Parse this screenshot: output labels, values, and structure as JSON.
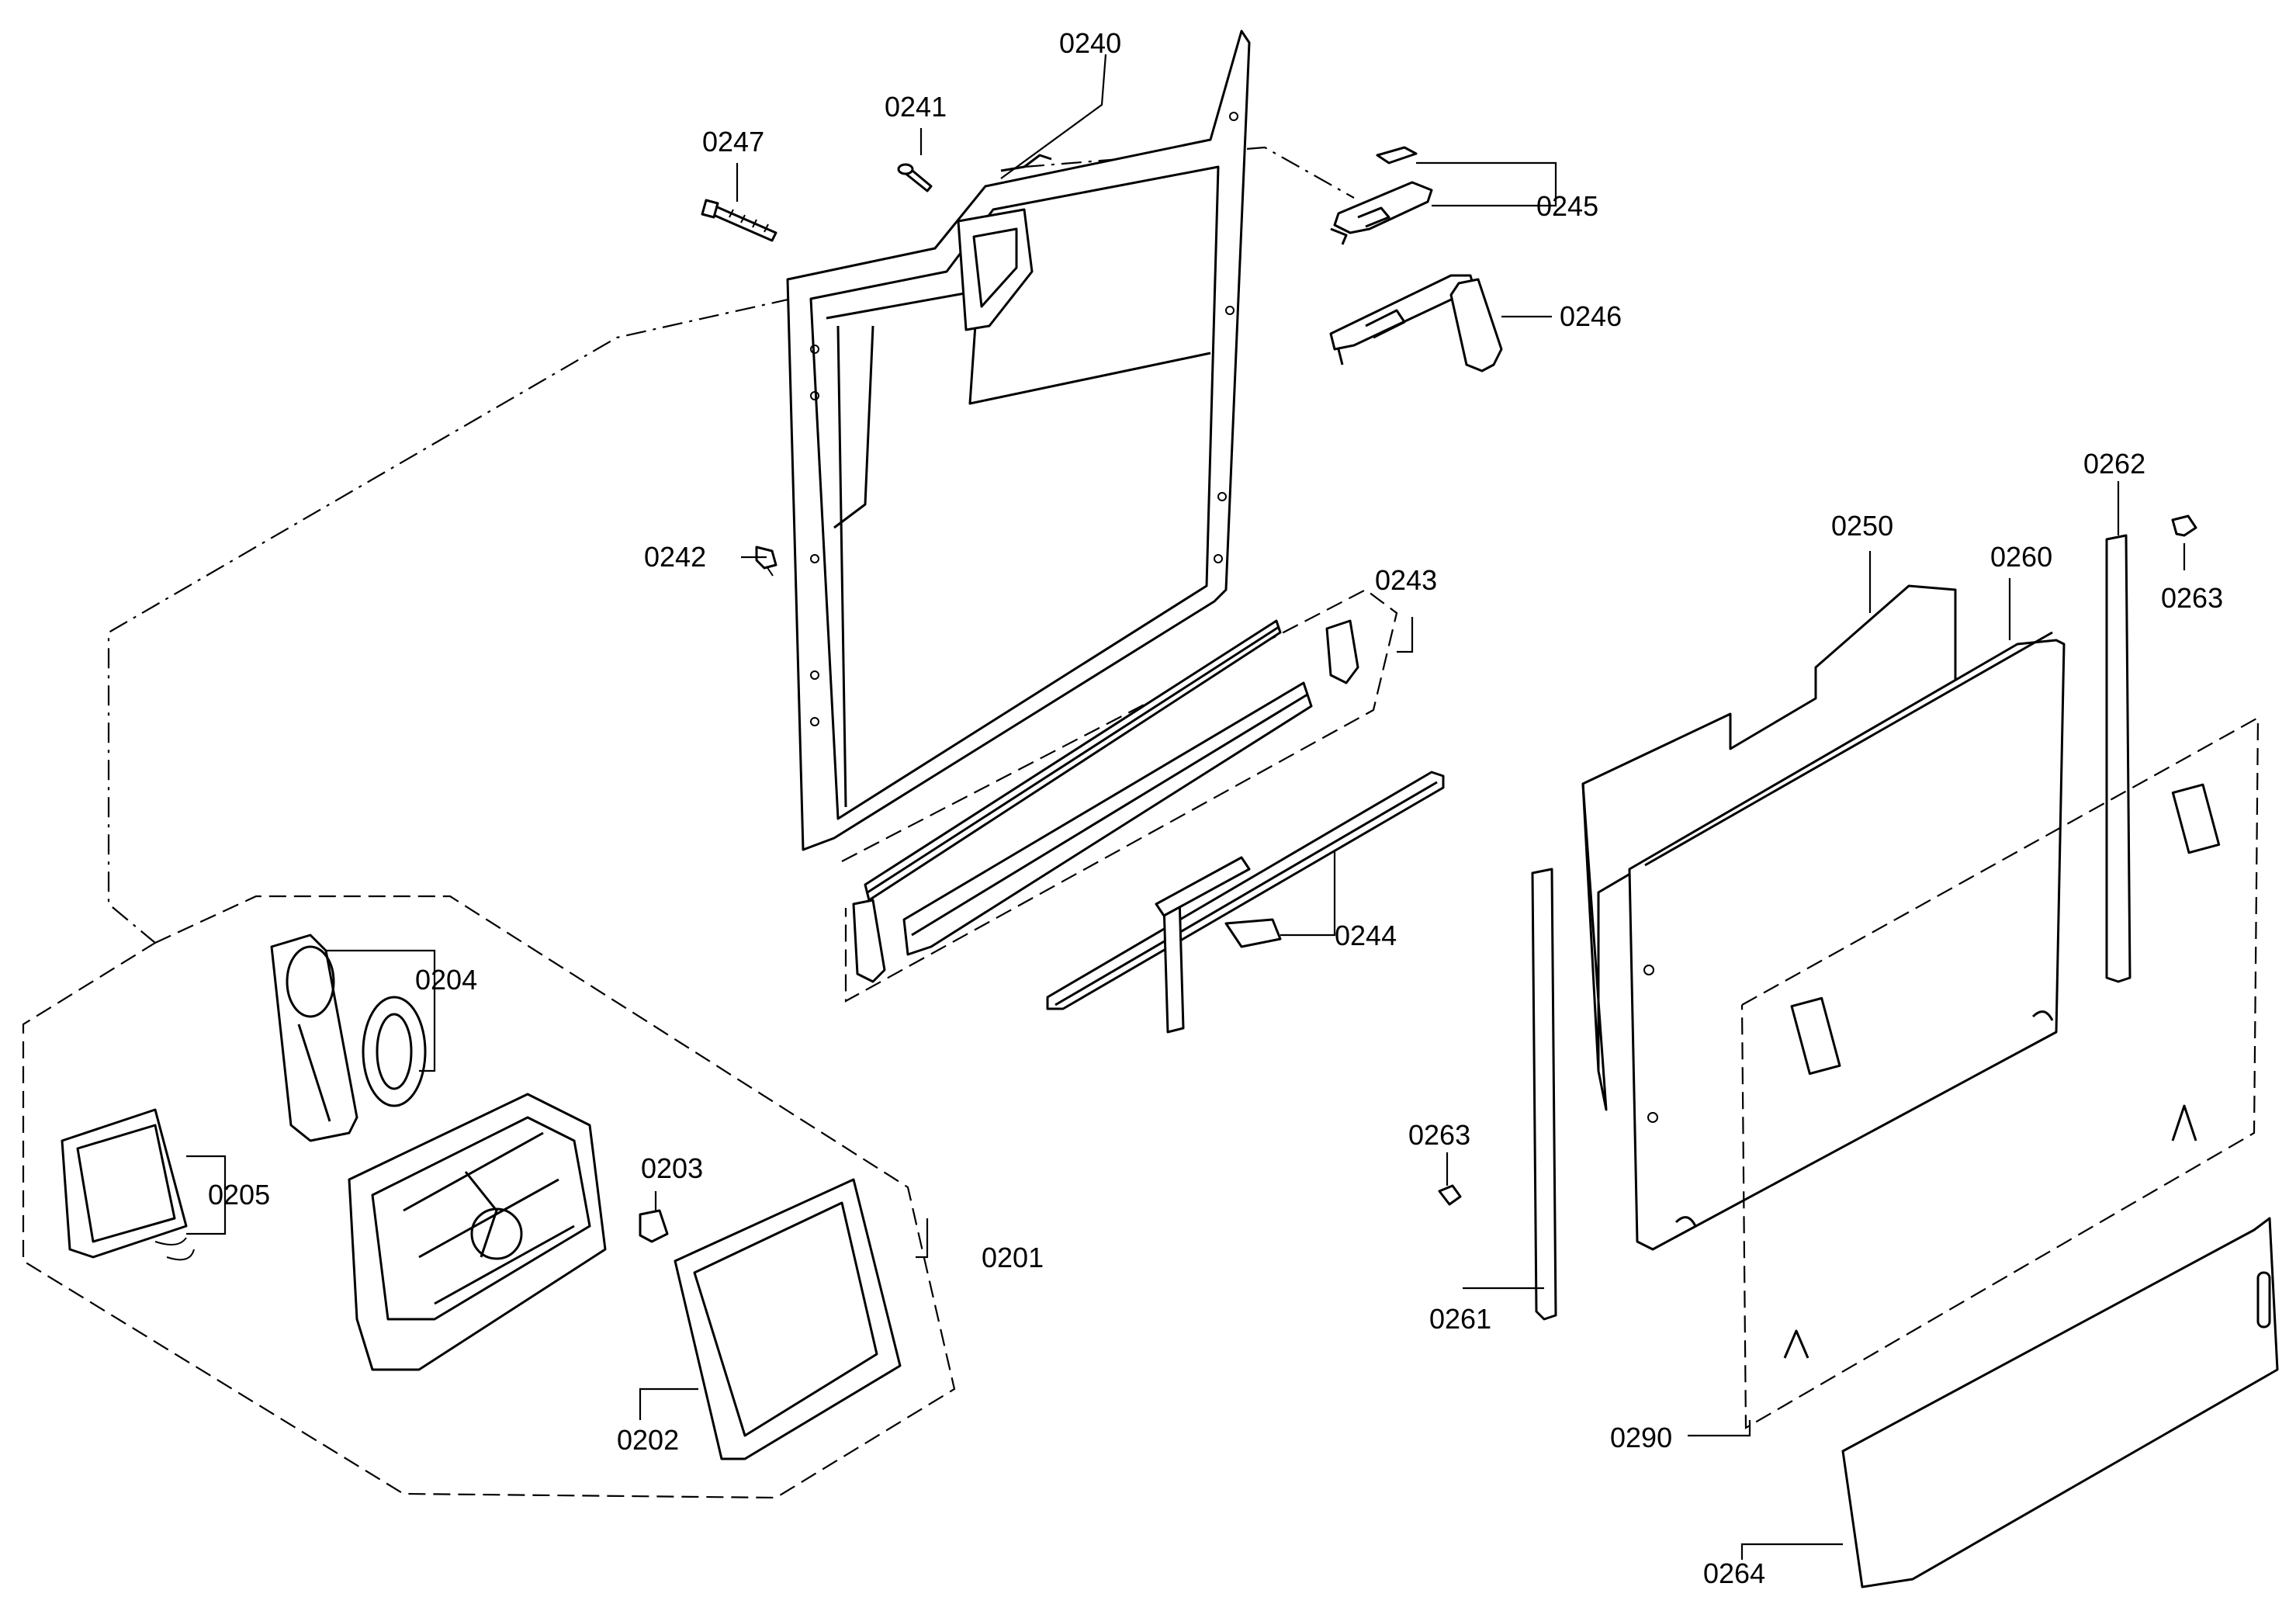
{
  "labels": {
    "p0240": "0240",
    "p0241": "0241",
    "p0247": "0247",
    "p0245": "0245",
    "p0246": "0246",
    "p0242": "0242",
    "p0243": "0243",
    "p0244": "0244",
    "p0250": "0250",
    "p0260": "0260",
    "p0262": "0262",
    "p0263a": "0263",
    "p0263b": "0263",
    "p0261": "0261",
    "p0290": "0290",
    "p0264": "0264",
    "p0204": "0204",
    "p0205": "0205",
    "p0203": "0203",
    "p0201": "0201",
    "p0202": "0202"
  }
}
